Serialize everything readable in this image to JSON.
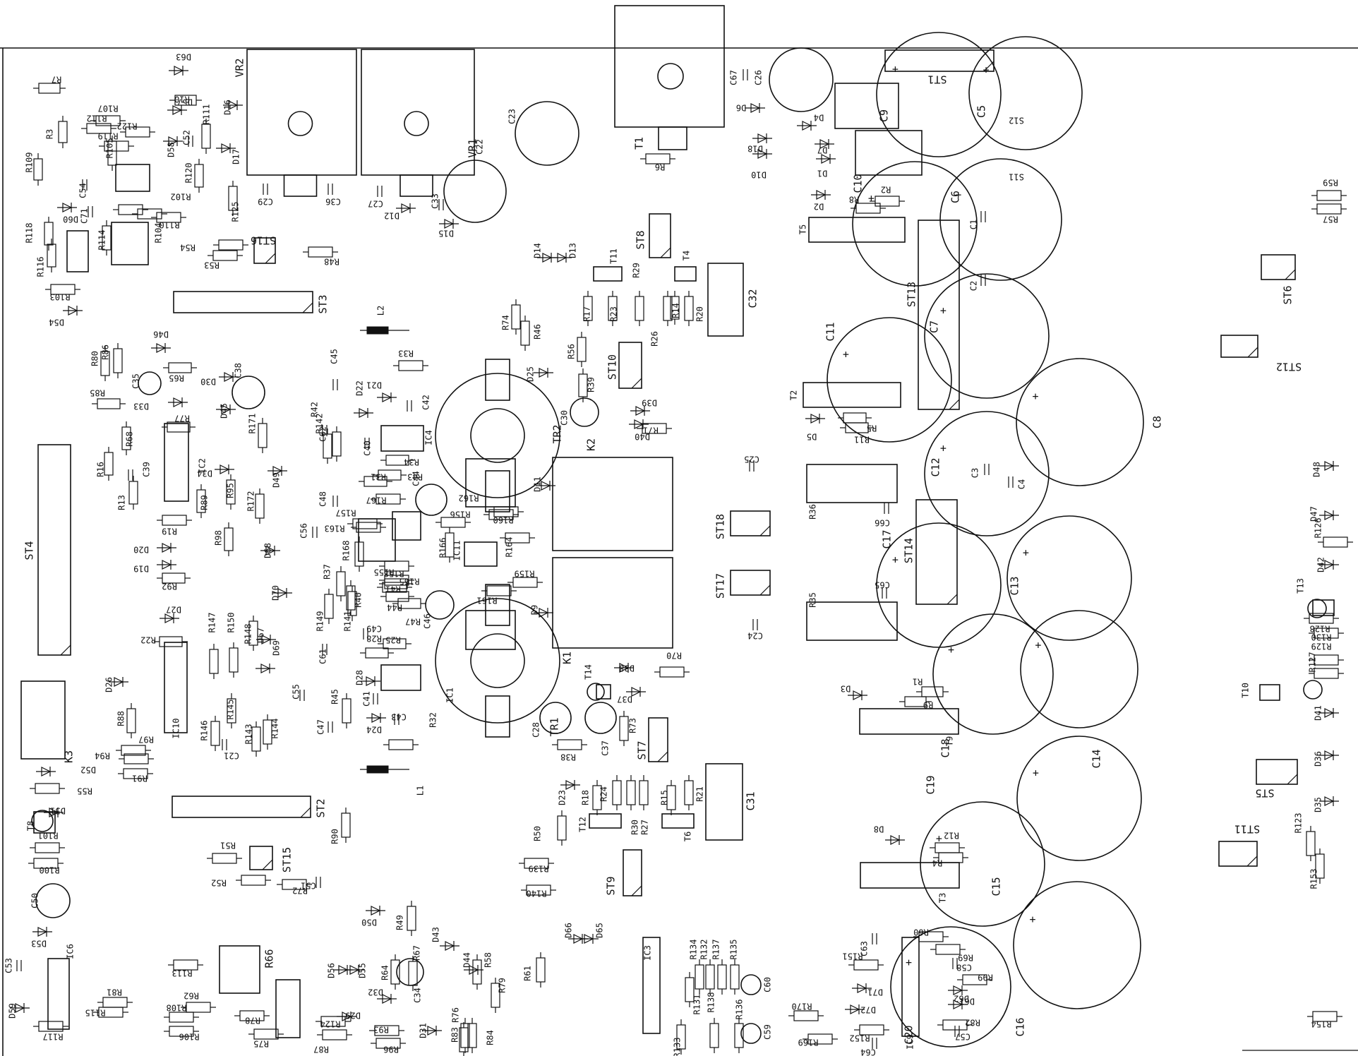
{
  "colors": {
    "ink": "#111111",
    "paper": "#ffffff"
  },
  "board": {
    "big_caps": [
      "C9",
      "C5",
      "C10",
      "C6",
      "C11",
      "C7",
      "C8",
      "C12",
      "C17",
      "C13",
      "C18",
      "C14",
      "C19",
      "C15",
      "C20",
      "C16"
    ],
    "connectors": [
      "ST1",
      "ST2",
      "ST3",
      "ST4",
      "ST5",
      "ST6",
      "ST7",
      "ST8",
      "ST9",
      "ST10",
      "ST11",
      "ST12",
      "ST13",
      "ST14",
      "ST15",
      "ST16",
      "ST17",
      "ST18"
    ],
    "transformers": [
      "T1",
      "T2",
      "T3",
      "T4",
      "T5",
      "T6",
      "T8",
      "T9",
      "T10",
      "T11",
      "T12",
      "T13",
      "T14"
    ],
    "relays": [
      "K1",
      "K2",
      "K3"
    ],
    "ics": [
      "IC1",
      "IC2",
      "IC3",
      "IC4",
      "IC6",
      "IC9",
      "IC10",
      "IC11"
    ],
    "pots": [
      "VR1",
      "VR2"
    ],
    "toroids": [
      "TR1",
      "TR2"
    ],
    "inductors": [
      "L1",
      "L2"
    ],
    "resistors": [
      "R1",
      "R2",
      "R3",
      "R4",
      "R5",
      "R6",
      "R7",
      "R8",
      "R9",
      "R10",
      "R11",
      "R12",
      "R13",
      "R14",
      "R15",
      "R16",
      "R17",
      "R18",
      "R19",
      "R20",
      "R21",
      "R22",
      "R23",
      "R24",
      "R25",
      "R26",
      "R27",
      "R28",
      "R29",
      "R30",
      "R31",
      "R32",
      "R33",
      "R34",
      "R35",
      "R36",
      "R37",
      "R38",
      "R39",
      "R40",
      "R41",
      "R42",
      "R43",
      "R44",
      "R45",
      "R46",
      "R47",
      "R48",
      "R49",
      "R50",
      "R51",
      "R52",
      "R53",
      "R54",
      "R55",
      "R56",
      "R57",
      "R58",
      "R59",
      "R60",
      "R61",
      "R62",
      "R64",
      "R65",
      "R66",
      "R67",
      "R68",
      "R69",
      "R70",
      "R71",
      "R72",
      "R73",
      "R74",
      "R75",
      "R76",
      "R77",
      "R78",
      "R79",
      "R80",
      "R81",
      "R82",
      "R83",
      "R84",
      "R85",
      "R86",
      "R87",
      "R88",
      "R89",
      "R90",
      "R91",
      "R92",
      "R93",
      "R94",
      "R95",
      "R96",
      "R97",
      "R98",
      "R99",
      "R100",
      "R101",
      "R102",
      "R103",
      "R104",
      "R105",
      "R106",
      "R107",
      "R108",
      "R109",
      "R110",
      "R111",
      "R112",
      "R113",
      "R114",
      "R115",
      "R116",
      "R117",
      "R118",
      "R119",
      "R120",
      "R122",
      "R123",
      "R124",
      "R125",
      "R126",
      "R127",
      "R128",
      "R129",
      "R130",
      "R131",
      "R132",
      "R133",
      "R134",
      "R135",
      "R136",
      "R137",
      "R138",
      "R139",
      "R140",
      "R141",
      "R142",
      "R143",
      "R144",
      "R145",
      "R146",
      "R147",
      "R148",
      "R149",
      "R150",
      "R151",
      "R152",
      "R153",
      "R154",
      "R155",
      "R156",
      "R157",
      "R158",
      "R159",
      "R160",
      "R161",
      "R162",
      "R163",
      "R164",
      "R165",
      "R166",
      "R167",
      "R168",
      "R169",
      "R170",
      "R171",
      "R172"
    ],
    "capacitors": [
      "C1",
      "C2",
      "C3",
      "C4",
      "C21",
      "C22",
      "C23",
      "C24",
      "C25",
      "C26",
      "C27",
      "C28",
      "C29",
      "C30",
      "C31",
      "C32",
      "C33",
      "C34",
      "C35",
      "C36",
      "C37",
      "C38",
      "C39",
      "C40",
      "C41",
      "C42",
      "C43",
      "C44",
      "C45",
      "C46",
      "C47",
      "C48",
      "C49",
      "C50",
      "C51",
      "C52",
      "C53",
      "C54",
      "C55",
      "C56",
      "C57",
      "C58",
      "C59",
      "C60",
      "C61",
      "C62",
      "C63",
      "C64",
      "C65",
      "C66",
      "C67",
      "C71"
    ],
    "diodes": [
      "D1",
      "D2",
      "D3",
      "D4",
      "D5",
      "D6",
      "D7",
      "D8",
      "D9",
      "D10",
      "D11",
      "D12",
      "D13",
      "D14",
      "D15",
      "D16",
      "D17",
      "D18",
      "D19",
      "D20",
      "D21",
      "D22",
      "D23",
      "D24",
      "D25",
      "D26",
      "D27",
      "D28",
      "D29",
      "D30",
      "D31",
      "D32",
      "D33",
      "D34",
      "D35",
      "D36",
      "D37",
      "D38",
      "D39",
      "D40",
      "D41",
      "D42",
      "D43",
      "D44",
      "D45",
      "D46",
      "D47",
      "D48",
      "D49",
      "D50",
      "D51",
      "D52",
      "D53",
      "D54",
      "D55",
      "D56",
      "D57",
      "D58",
      "D59",
      "D60",
      "D61",
      "D62",
      "D63",
      "D65",
      "D66",
      "D67",
      "D68",
      "D69",
      "D70",
      "D71",
      "D72"
    ]
  }
}
